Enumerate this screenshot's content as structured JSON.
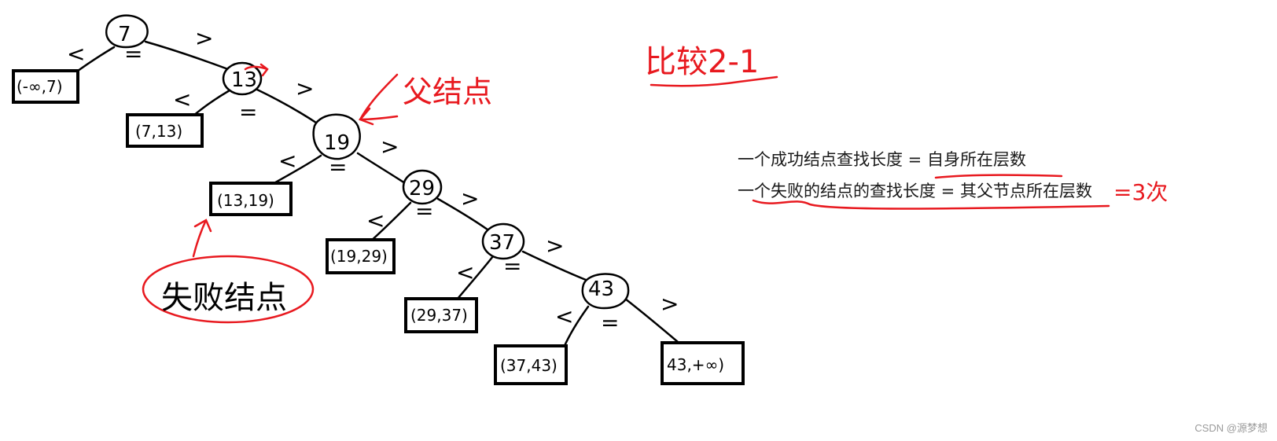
{
  "nodes": [
    {
      "id": "n7",
      "label": "7"
    },
    {
      "id": "n13",
      "label": "13"
    },
    {
      "id": "n19",
      "label": "19"
    },
    {
      "id": "n29",
      "label": "29"
    },
    {
      "id": "n37",
      "label": "37"
    },
    {
      "id": "n43",
      "label": "43"
    }
  ],
  "failure_nodes": [
    {
      "id": "f0",
      "label": "(-∞,7)"
    },
    {
      "id": "f1",
      "label": "(7,13)"
    },
    {
      "id": "f2",
      "label": "(13,19)"
    },
    {
      "id": "f3",
      "label": "(19,29)"
    },
    {
      "id": "f4",
      "label": "(29,37)"
    },
    {
      "id": "f5",
      "label": "(37,43)"
    },
    {
      "id": "f6",
      "label": "43,+∞)"
    }
  ],
  "symbols": {
    "less": "<",
    "greater": ">",
    "equal": "="
  },
  "annotations": {
    "parent_node": "父结点",
    "failure_node": "失败结点",
    "comparisons": "比较2-1",
    "result": "=3次"
  },
  "notes": {
    "line1": "一个成功结点查找长度 = 自身所在层数",
    "line2": "一个失败的结点的查找长度 = 其父节点所在层数"
  },
  "colors": {
    "ink": "#000000",
    "annotation": "#e8191f"
  },
  "watermark": "CSDN @源梦想"
}
